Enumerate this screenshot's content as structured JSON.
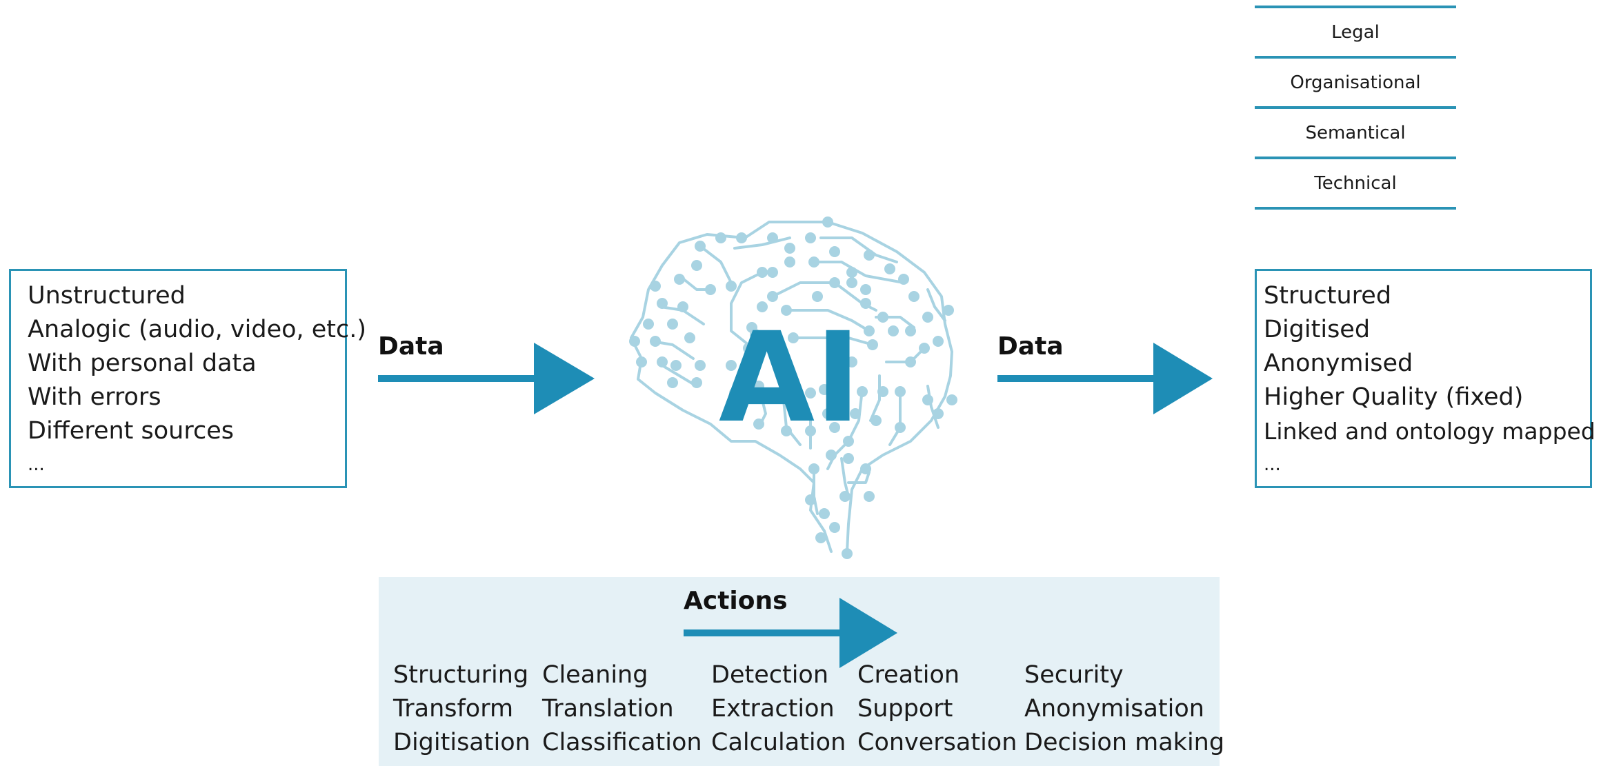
{
  "input_box": {
    "items": [
      "Unstructured",
      "Analogic (audio, video, etc.)",
      "With personal data",
      "With errors",
      "Different sources",
      "..."
    ]
  },
  "output_box": {
    "items": [
      "Structured",
      "Digitised",
      "Anonymised",
      "Higher Quality (fixed)",
      "Linked and ontology mapped",
      "..."
    ]
  },
  "layers": [
    "Legal",
    "Organisational",
    "Semantical",
    "Technical"
  ],
  "flow_left_label": "Data",
  "flow_right_label": "Data",
  "ai_label": "AI",
  "actions": {
    "label": "Actions",
    "columns": [
      [
        "Structuring",
        "Transform",
        "Digitisation"
      ],
      [
        "Cleaning",
        "Translation",
        "Classification"
      ],
      [
        "Detection",
        "Extraction",
        "Calculation"
      ],
      [
        "Creation",
        "Support",
        "Conversation"
      ],
      [
        "Security",
        "Anonymisation",
        "Decision making"
      ]
    ]
  },
  "colors": {
    "accent": "#1e8db6",
    "box_border": "#2a93b5",
    "circuit": "#a8d3e2",
    "panel_bg": "#e5f1f6"
  }
}
